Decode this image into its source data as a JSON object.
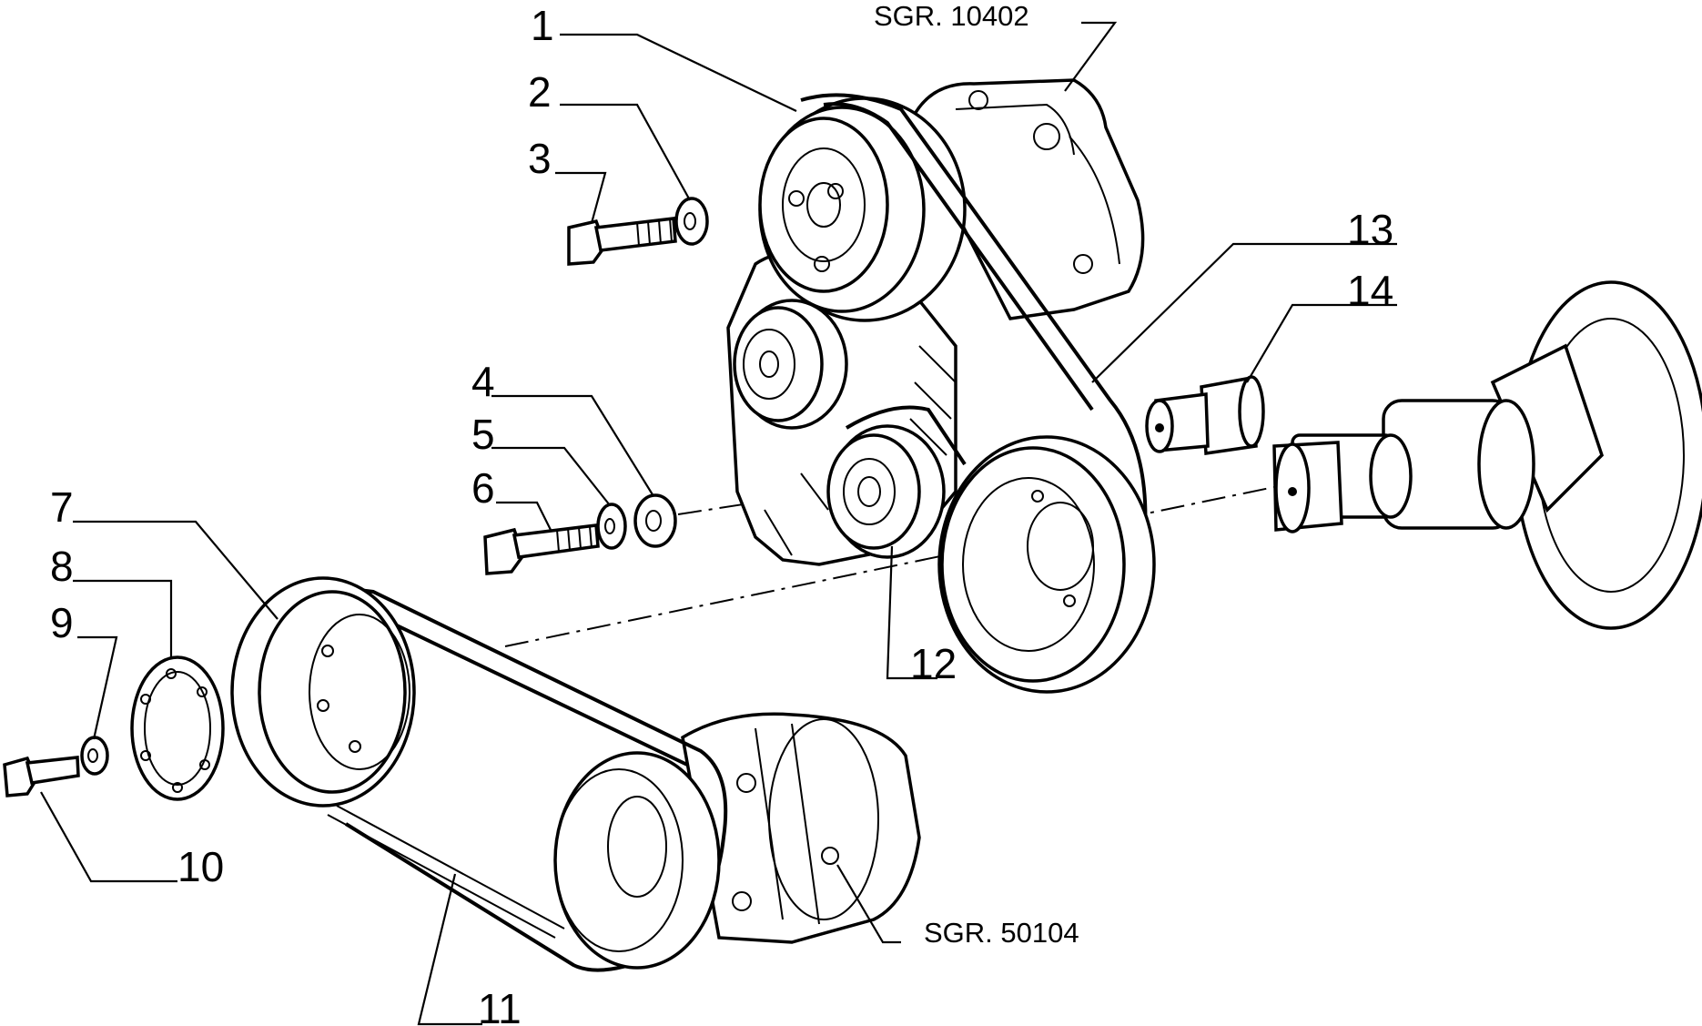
{
  "callouts": {
    "p1": "1",
    "p2": "2",
    "p3": "3",
    "p4": "4",
    "p5": "5",
    "p6": "6",
    "p7": "7",
    "p8": "8",
    "p9": "9",
    "p10": "10",
    "p11": "11",
    "p12": "12",
    "p13": "13",
    "p14": "14"
  },
  "references": {
    "top": "SGR. 10402",
    "bottom": "SGR. 50104"
  },
  "colors": {
    "ink": "#000000",
    "paper": "#ffffff"
  }
}
